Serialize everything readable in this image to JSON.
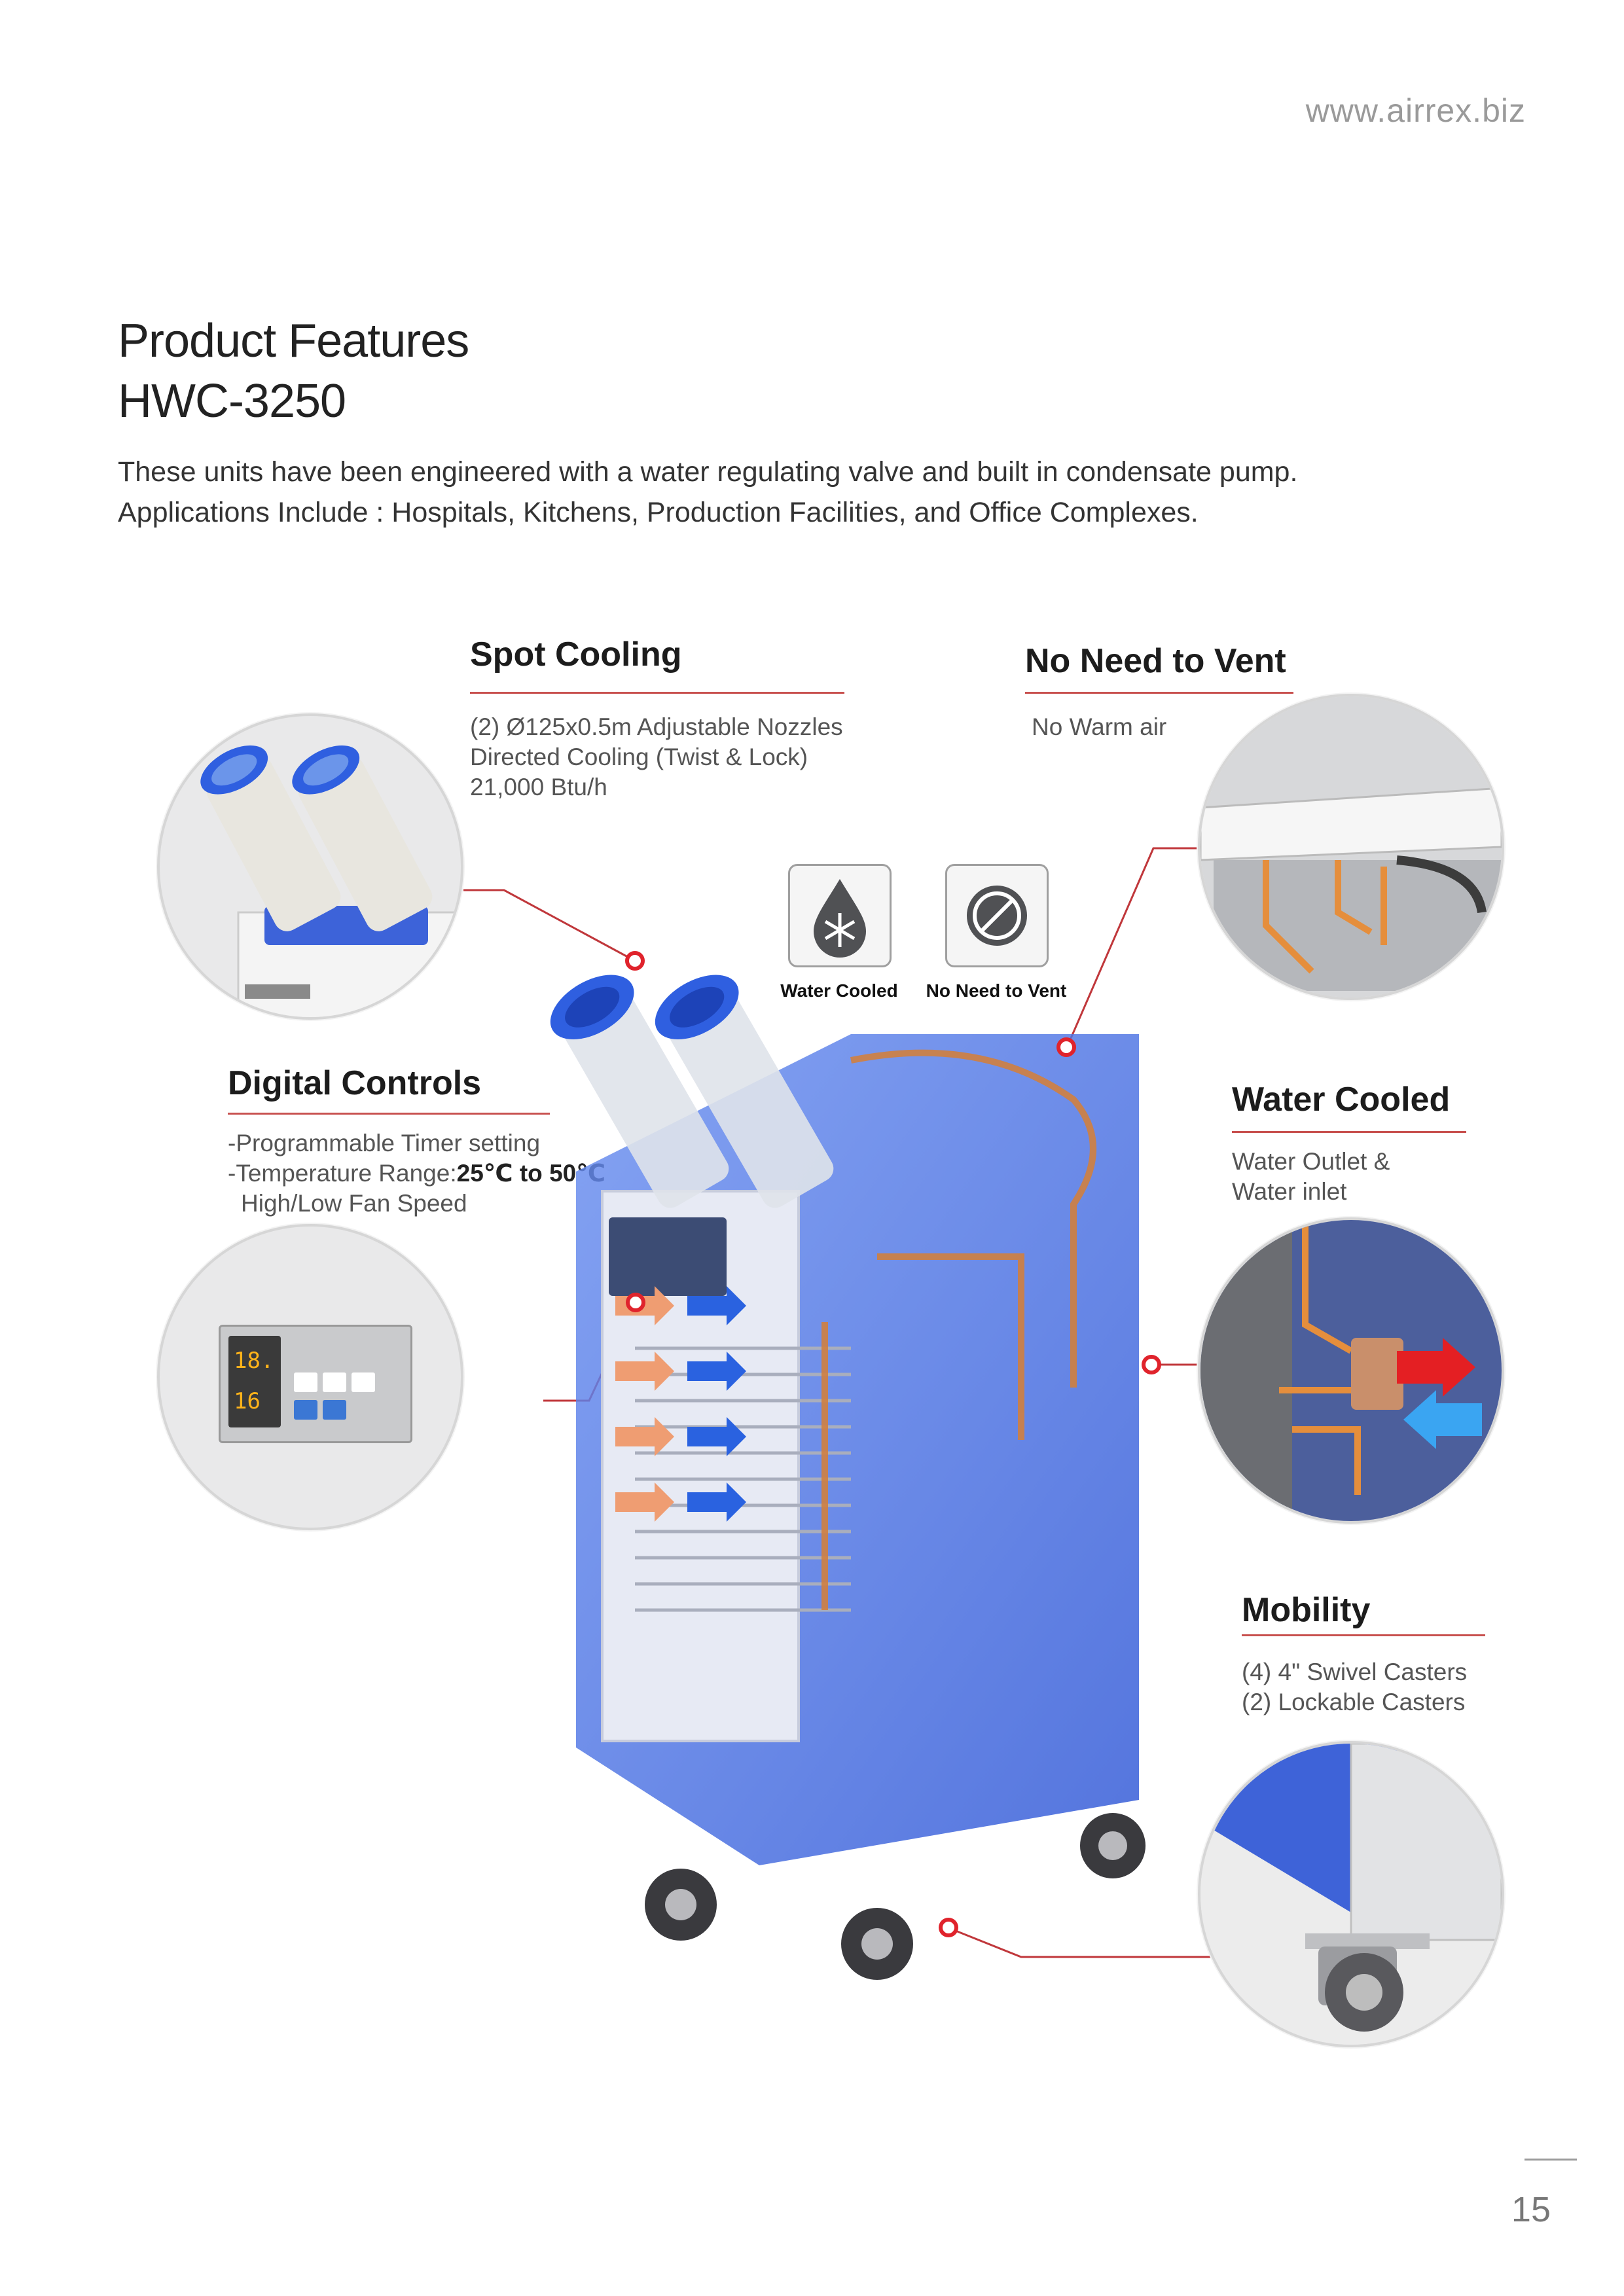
{
  "header": {
    "url": "www.airrex.biz"
  },
  "title": {
    "line1": "Product Features",
    "line2": "HWC-3250"
  },
  "intro": {
    "line1": "These units have been engineered with a water regulating valve and built in condensate pump.",
    "line2": "Applications Include : Hospitals, Kitchens, Production Facilities, and Office Complexes."
  },
  "features": {
    "spot_cooling": {
      "title": "Spot Cooling",
      "lines": [
        "(2) Ø125x0.5m Adjustable Nozzles",
        "Directed Cooling (Twist & Lock)",
        "21,000 Btu/h"
      ]
    },
    "no_need_to_vent": {
      "title": "No Need to Vent",
      "lines": [
        "No Warm air"
      ]
    },
    "digital_controls": {
      "title": "Digital Controls",
      "line1": "-Programmable Timer setting",
      "line2_prefix": "-Temperature Range:",
      "line2_bold": "25℃ to 50℃",
      "line3": "High/Low Fan Speed"
    },
    "water_cooled": {
      "title": "Water Cooled",
      "lines": [
        "Water Outlet &",
        "Water inlet"
      ]
    },
    "mobility": {
      "title": "Mobility",
      "lines": [
        "(4) 4\" Swivel Casters",
        "(2) Lockable Casters"
      ]
    }
  },
  "badges": {
    "water_cooled": "Water Cooled",
    "no_need_to_vent": "No Need to Vent"
  },
  "panel_display": {
    "top": "18.",
    "bottom": "16"
  },
  "page_number": "15",
  "colors": {
    "accent_red": "#e0232c",
    "rule_red": "#c8514f",
    "unit_blue": "#3e63d8",
    "nozzle_blue": "#2f5fe0"
  }
}
